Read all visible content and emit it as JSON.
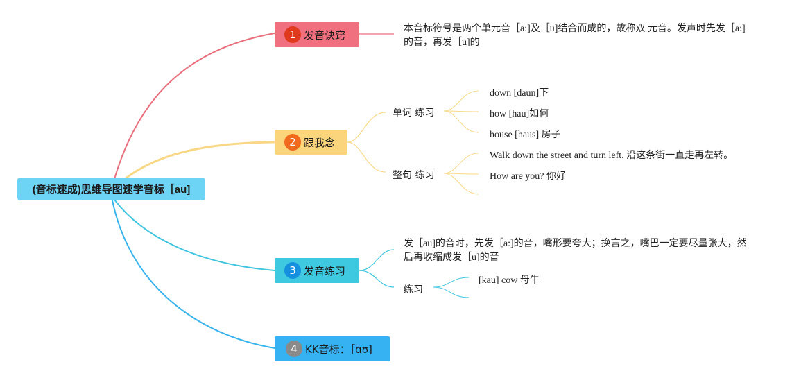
{
  "root": {
    "title": "(音标速成)思维导图速学音标［au]"
  },
  "branches": [
    {
      "number": "1",
      "label": "发音诀窍",
      "fill": "#f0707f",
      "badge_color": "#e03a1e",
      "line_color": "#e96f7d",
      "note": "本音标符号是两个单元音［a:]及［u]结合而成的，故称双 元音。发声时先发［a:]的音，再发［u]的"
    },
    {
      "number": "2",
      "label": "跟我念",
      "fill": "#fad57c",
      "badge_color": "#f06a1e",
      "line_color": "#f8d885",
      "groups": [
        {
          "label": "单词 练习",
          "items": [
            "down [daun]下",
            "how [hau]如何",
            "house [haus] 房子"
          ]
        },
        {
          "label": "整句 练习",
          "items": [
            "Walk down the street and turn left. 沿这条街一直走再左转。",
            "How are you? 你好",
            ""
          ]
        }
      ]
    },
    {
      "number": "3",
      "label": "发音练习",
      "fill": "#3ec9e0",
      "badge_color": "#1590df",
      "line_color": "#3fc5df",
      "note": "发［au]的音时，先发［a:]的音，嘴形要夸大；换言之，嘴巴一定要尽量张大，然后再收缩成发［u]的音",
      "groups": [
        {
          "label": "练习",
          "items": [
            "[kau] cow 母牛",
            ""
          ]
        }
      ]
    },
    {
      "number": "4",
      "label": "KK音标：［ɑʊ]",
      "fill": "#36b2f2",
      "badge_color": "#8a8a8a",
      "line_color": "#37b3ee"
    }
  ]
}
